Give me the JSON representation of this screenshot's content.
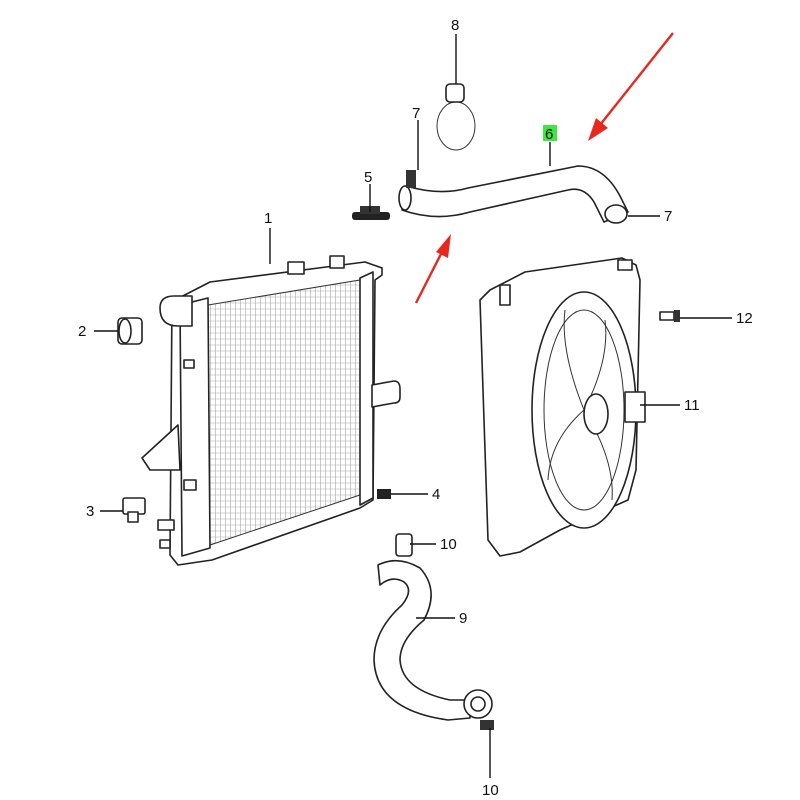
{
  "callouts": [
    {
      "id": "c1",
      "label": "1"
    },
    {
      "id": "c2",
      "label": "2"
    },
    {
      "id": "c3",
      "label": "3"
    },
    {
      "id": "c4",
      "label": "4"
    },
    {
      "id": "c5",
      "label": "5"
    },
    {
      "id": "c6",
      "label": "6",
      "highlighted": true
    },
    {
      "id": "c7a",
      "label": "7"
    },
    {
      "id": "c7b",
      "label": "7"
    },
    {
      "id": "c8",
      "label": "8"
    },
    {
      "id": "c9",
      "label": "9"
    },
    {
      "id": "c10a",
      "label": "10"
    },
    {
      "id": "c10b",
      "label": "10"
    },
    {
      "id": "c11",
      "label": "11"
    },
    {
      "id": "c12",
      "label": "12"
    }
  ],
  "colors": {
    "highlight": "#3ee63e",
    "arrow": "#e8281e",
    "line": "#222222"
  }
}
